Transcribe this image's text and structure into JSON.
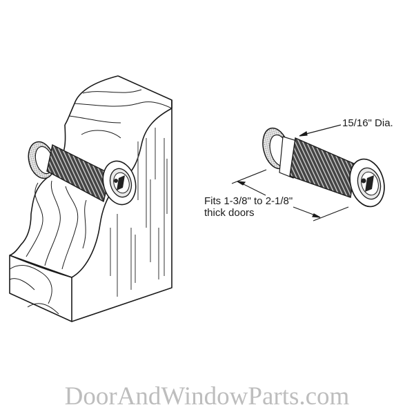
{
  "diagram": {
    "subject": "door viewer (peephole)",
    "left_figure": {
      "description": "door viewer installed through wood block (cutaway)"
    },
    "right_figure": {
      "description": "standalone door viewer with dimensions"
    },
    "annotations": {
      "diameter": "15/16\" Dia.",
      "fits_line1": "Fits 1-3/8\" to 2-1/8\"",
      "fits_line2": "thick doors"
    }
  },
  "watermark": "DoorAndWindowParts.com",
  "colors": {
    "line": "#1a1a1a",
    "thread": "#3a3a3a",
    "shade": "#bfbfbf",
    "watermark": "#bdbdbd"
  }
}
